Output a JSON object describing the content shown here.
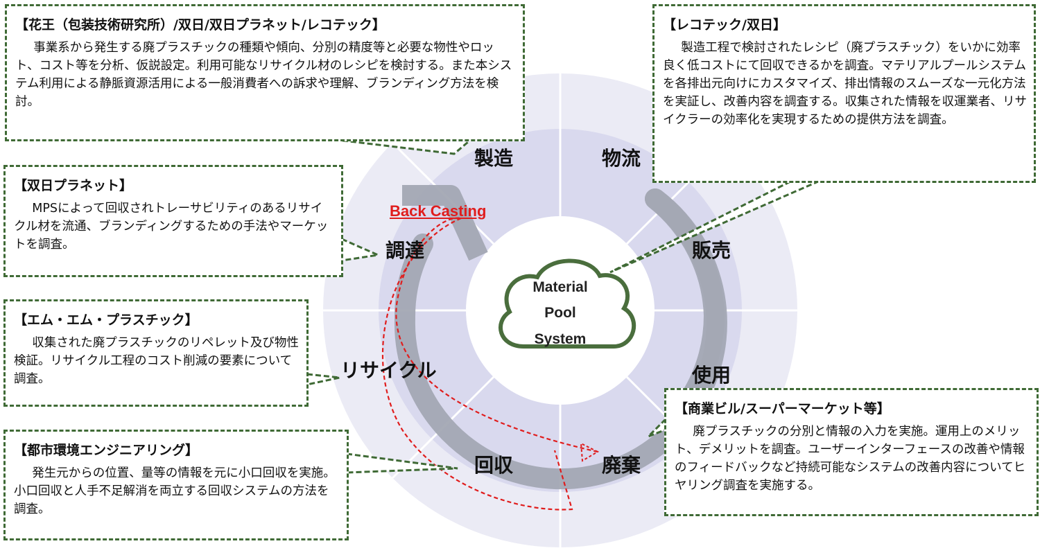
{
  "center": {
    "line1": "Material",
    "line2": "Pool",
    "line3": "System"
  },
  "back_casting": "Back Casting",
  "stages": {
    "seizou": "製造",
    "butsuryu": "物流",
    "hanbai": "販売",
    "shiyou": "使用",
    "haiki": "廃棄",
    "kaishu": "回収",
    "recycle": "リサイクル",
    "chotatsu": "調達"
  },
  "callouts": [
    {
      "title": "【花王（包装技術研究所）/双日/双日プラネット/レコテック】",
      "body": "事業系から発生する廃プラスチックの種類や傾向、分別の精度等と必要な物性やロット、コスト等を分析、仮説設定。利用可能なリサイクル材のレシピを検討する。また本システム利用による静脈資源活用による一般消費者への訴求や理解、ブランディング方法を検討。"
    },
    {
      "title": "【双日プラネット】",
      "body": "MPSによって回収されトレーサビリティのあるリサイクル材を流通、ブランディングするための手法やマーケットを調査。"
    },
    {
      "title": "【エム・エム・プラスチック】",
      "body": "収集された廃プラスチックのリペレット及び物性検証。リサイクル工程のコスト削減の要素について調査。"
    },
    {
      "title": "【都市環境エンジニアリング】",
      "body": "発生元からの位置、量等の情報を元に小口回収を実施。小口回収と人手不足解消を両立する回収システムの方法を調査。"
    },
    {
      "title": "【レコテック/双日】",
      "body": "製造工程で検討されたレシピ（廃プラスチック）をいかに効率良く低コストにて回収できるかを調査。マテリアルプールシステムを各排出元向けにカスタマイズ、排出情報のスムーズな一元化方法を実証し、改善内容を調査する。収集された情報を収運業者、リサイクラーの効率化を実現するための提供方法を調査。"
    },
    {
      "title": "【商業ビル/スーパーマーケット等】",
      "body": "廃プラスチックの分別と情報の入力を実施。運用上のメリット、デメリットを調査。ユーザーインターフェースの改善や情報のフィードバックなど持続可能なシステムの改善内容についてヒヤリング調査を実施する。"
    }
  ],
  "colors": {
    "ring_outer": "#ebebf5",
    "ring_mid": "#d9d9ee",
    "arrow": "#a3a8b3",
    "dashed_green": "#3f6a35",
    "red": "#e01d1d",
    "cloud": "#4a6e3d"
  }
}
